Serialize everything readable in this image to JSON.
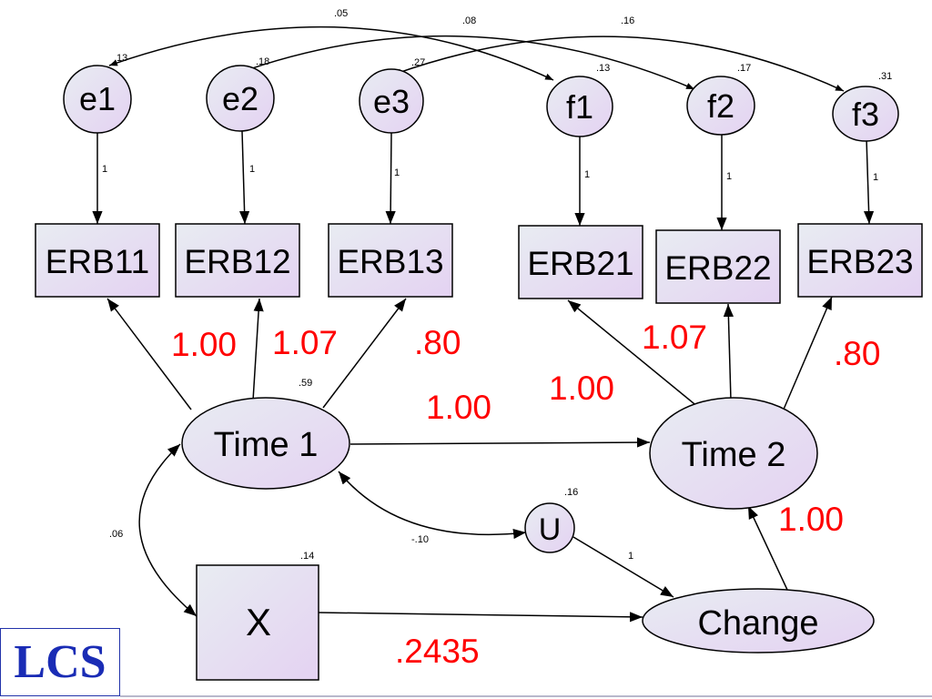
{
  "badge": {
    "label": "LCS"
  },
  "nodes": {
    "e1": "e1",
    "e2": "e2",
    "e3": "e3",
    "f1": "f1",
    "f2": "f2",
    "f3": "f3",
    "erb11": "ERB11",
    "erb12": "ERB12",
    "erb13": "ERB13",
    "erb21": "ERB21",
    "erb22": "ERB22",
    "erb23": "ERB23",
    "time1": "Time 1",
    "time2": "Time 2",
    "u": "U",
    "x": "X",
    "change": "Change"
  },
  "variances": {
    "e1": ".13",
    "e2": ".18",
    "e3": ".27",
    "f1": ".13",
    "f2": ".17",
    "f3": ".31",
    "time1": ".59",
    "u": ".16",
    "x": ".14"
  },
  "covariances": {
    "e1_f1": ".05",
    "e2_f2": ".08",
    "e3_f3": ".16",
    "time1_x": ".06",
    "time1_u": "-.10"
  },
  "unit_paths": {
    "e1": "1",
    "e2": "1",
    "e3": "1",
    "f1": "1",
    "f2": "1",
    "f3": "1",
    "u_change": "1"
  },
  "estimates": {
    "load_11": "1.00",
    "load_12": "1.07",
    "load_13": ".80",
    "time1_time2": "1.00",
    "load_21": "1.00",
    "load_22": "1.07",
    "load_23": ".80",
    "change_time2": "1.00",
    "x_change": ".2435"
  },
  "colors": {
    "node_fill_start": "#e8e8f2",
    "node_fill_end": "#e6d4f2",
    "estimate": "#ff0000",
    "badge": "#1a2cb5"
  }
}
